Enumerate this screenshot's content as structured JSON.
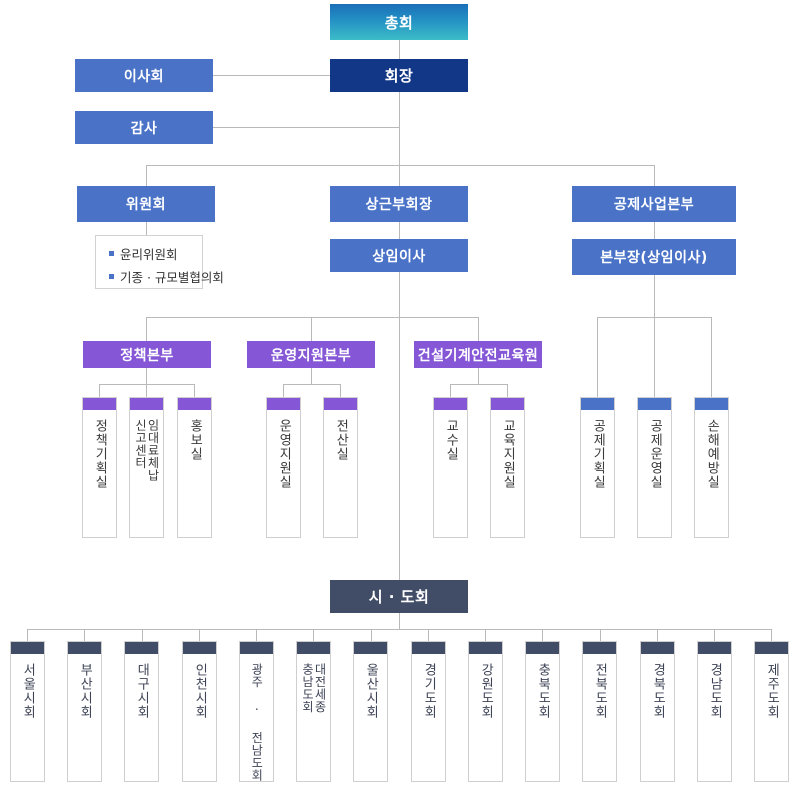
{
  "chart": {
    "title": "조직도",
    "colors": {
      "assembly_gradient_top": "#1b6fb8",
      "assembly_gradient_bottom": "#3dbcc8",
      "chairman_navy": "#123787",
      "blue": "#4a73c8",
      "purple": "#8557d6",
      "slate": "#414d66",
      "line": "#b9b9b9",
      "card_border": "#cfcfcf"
    }
  },
  "top": {
    "assembly": "총회",
    "chairman": "회장",
    "board": "이사회",
    "auditor": "감사"
  },
  "second_level": {
    "committee": "위원회",
    "vice_chairman": "상근부회장",
    "mutual_aid_hq": "공제사업본부"
  },
  "third_level": {
    "executive_director": "상임이사",
    "hq_director": "본부장(상임이사)"
  },
  "committee_items": [
    "윤리위원회",
    "기종 · 규모별협의회"
  ],
  "divisions": [
    {
      "name": "정책본부",
      "color": "purple",
      "departments": [
        {
          "label": "정책기획실",
          "columns": [
            "정책기획실"
          ]
        },
        {
          "label": "임대료체납신고센터",
          "columns": [
            "임대료체납",
            "신고센터"
          ]
        },
        {
          "label": "홍보실",
          "columns": [
            "홍보실"
          ]
        }
      ]
    },
    {
      "name": "운영지원본부",
      "color": "purple",
      "departments": [
        {
          "label": "운영지원실",
          "columns": [
            "운영지원실"
          ]
        },
        {
          "label": "전산실",
          "columns": [
            "전산실"
          ]
        }
      ]
    },
    {
      "name": "건설기계안전교육원",
      "color": "purple",
      "departments": [
        {
          "label": "교수실",
          "columns": [
            "교수실"
          ]
        },
        {
          "label": "교육지원실",
          "columns": [
            "교육지원실"
          ]
        }
      ]
    }
  ],
  "mutual_aid_departments": [
    {
      "label": "공제기획실",
      "columns": [
        "공제기획실"
      ]
    },
    {
      "label": "공제운영실",
      "columns": [
        "공제운영실"
      ]
    },
    {
      "label": "손해예방실",
      "columns": [
        "손해예방실"
      ]
    }
  ],
  "regional": {
    "header": "시 · 도회",
    "branches": [
      {
        "label": "서울시회",
        "columns": [
          "서울시회"
        ]
      },
      {
        "label": "부산시회",
        "columns": [
          "부산시회"
        ]
      },
      {
        "label": "대구시회",
        "columns": [
          "대구시회"
        ]
      },
      {
        "label": "인천시회",
        "columns": [
          "인천시회"
        ]
      },
      {
        "label": "광주 · 전남도회",
        "columns": [
          "광주 · 전남도회"
        ]
      },
      {
        "label": "대전세종충남도회",
        "columns": [
          "대전세종",
          "충남도회"
        ]
      },
      {
        "label": "울산시회",
        "columns": [
          "울산시회"
        ]
      },
      {
        "label": "경기도회",
        "columns": [
          "경기도회"
        ]
      },
      {
        "label": "강원도회",
        "columns": [
          "강원도회"
        ]
      },
      {
        "label": "충북도회",
        "columns": [
          "충북도회"
        ]
      },
      {
        "label": "전북도회",
        "columns": [
          "전북도회"
        ]
      },
      {
        "label": "경북도회",
        "columns": [
          "경북도회"
        ]
      },
      {
        "label": "경남도회",
        "columns": [
          "경남도회"
        ]
      },
      {
        "label": "제주도회",
        "columns": [
          "제주도회"
        ]
      }
    ]
  }
}
